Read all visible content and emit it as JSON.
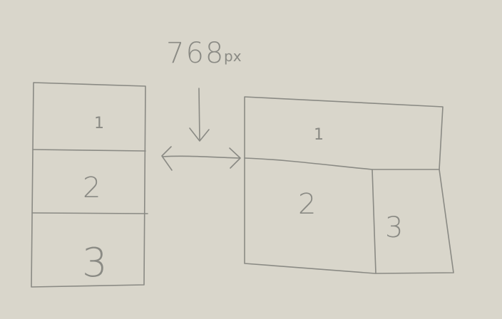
{
  "breakpoint": {
    "value": "768",
    "unit": "px"
  },
  "mobile_layout": {
    "blocks": [
      "1",
      "2",
      "3"
    ]
  },
  "desktop_layout": {
    "blocks": [
      "1",
      "2",
      "3"
    ]
  }
}
